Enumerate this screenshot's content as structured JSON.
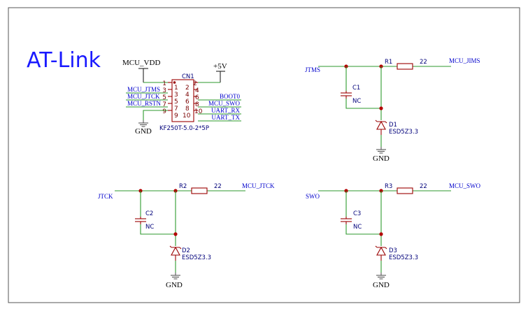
{
  "title": "AT-Link",
  "power": {
    "mcu_vdd": "MCU_VDD",
    "p5v": "+5V",
    "gnd": "GND"
  },
  "connector": {
    "ref": "CN1",
    "part": "KF250T-5.0-2*5P",
    "left_pins": [
      "1",
      "3",
      "5",
      "7",
      "9"
    ],
    "right_pins": [
      "2",
      "4",
      "6",
      "8",
      "10"
    ],
    "left_nets": [
      "MCU_JTMS",
      "MCU_JTCK",
      "MCU_RSTN"
    ],
    "right_nets": [
      "BOOT0",
      "MCU_SWO",
      "UART_RX",
      "UART_TX"
    ]
  },
  "circuits": [
    {
      "input": "JTMS",
      "resistor": "R1",
      "value": "22",
      "output": "MCU_JIMS",
      "cap": "C1",
      "cap_value": "NC",
      "diode": "D1",
      "diode_part": "ESD5Z3.3",
      "gnd": "GND"
    },
    {
      "input": "JTCK",
      "resistor": "R2",
      "value": "22",
      "output": "MCU_JTCK",
      "cap": "C2",
      "cap_value": "NC",
      "diode": "D2",
      "diode_part": "ESD5Z3.3",
      "gnd": "GND"
    },
    {
      "input": "SWO",
      "resistor": "R3",
      "value": "22",
      "output": "MCU_SWO",
      "cap": "C3",
      "cap_value": "NC",
      "diode": "D3",
      "diode_part": "ESD5Z3.3",
      "gnd": "GND"
    }
  ],
  "colors": {
    "wire": "#2e9a2e",
    "part": "#9a0000",
    "net_label": "#0000cc",
    "title": "#1a1aff",
    "junction": "#b30000"
  }
}
